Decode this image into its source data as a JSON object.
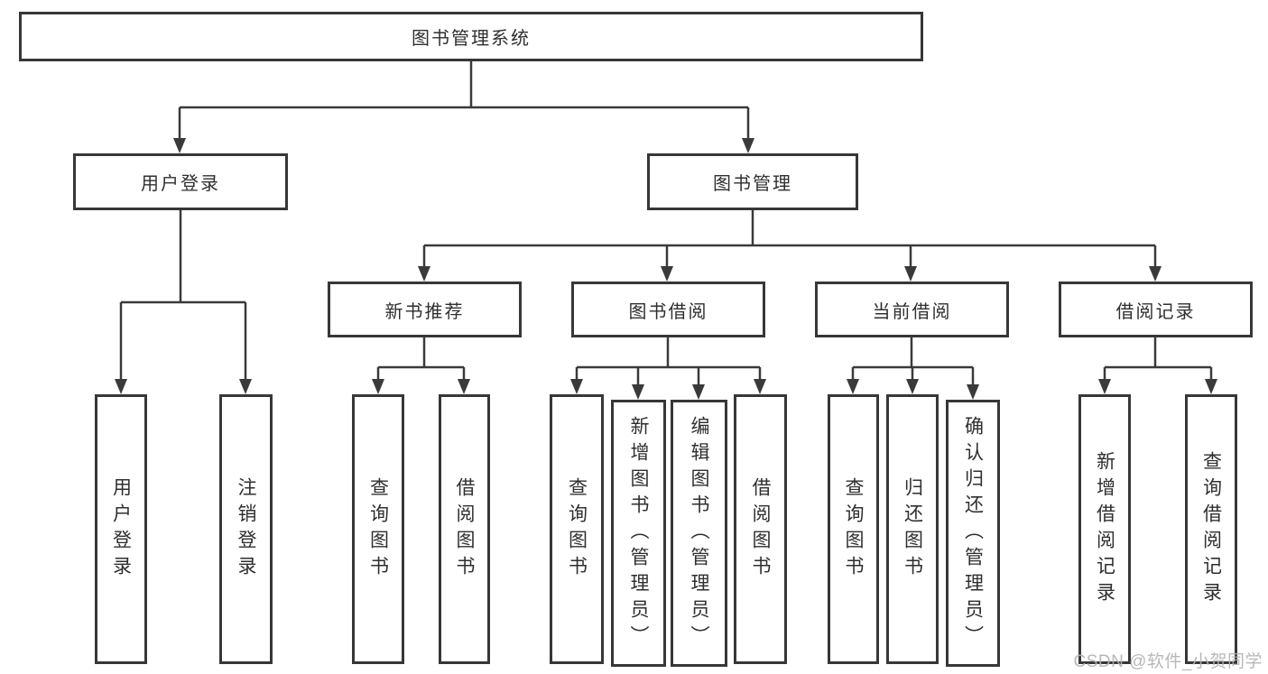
{
  "diagram": {
    "title": "图书管理系统",
    "root": {
      "label": "图书管理系统"
    },
    "branches": [
      {
        "label": "用户登录",
        "leaves": [
          "用户登录",
          "注销登录"
        ]
      },
      {
        "label": "图书管理",
        "groups": [
          {
            "label": "新书推荐",
            "leaves": [
              "查询图书",
              "借阅图书"
            ]
          },
          {
            "label": "图书借阅",
            "leaves": [
              "查询图书",
              "新增图书（管理员）",
              "编辑图书（管理员）",
              "借阅图书"
            ]
          },
          {
            "label": "当前借阅",
            "leaves": [
              "查询图书",
              "归还图书",
              "确认归还（管理员）"
            ]
          },
          {
            "label": "借阅记录",
            "leaves": [
              "新增借阅记录",
              "查询借阅记录"
            ]
          }
        ]
      }
    ]
  },
  "watermark": "CSDN @软件_小贺同学",
  "colors": {
    "line": "#3a3a3a",
    "box_border": "#373737",
    "text": "#2f2f2f",
    "background": "#ffffff",
    "watermark": "#b2b2b2"
  }
}
